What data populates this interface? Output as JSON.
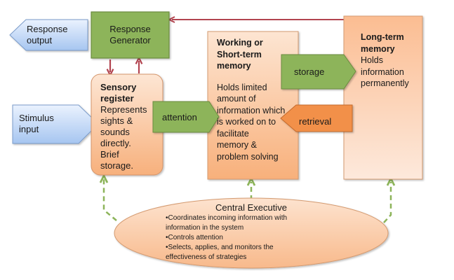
{
  "diagram": {
    "response_output": {
      "label_line1": "Response",
      "label_line2": "output"
    },
    "response_generator": {
      "label_line1": "Response",
      "label_line2": "Generator"
    },
    "stimulus_input": {
      "label_line1": "Stimulus",
      "label_line2": "input"
    },
    "sensory_register": {
      "title_line1": "Sensory",
      "title_line2": "register",
      "body_lines": [
        "Represents",
        "sights &",
        "sounds",
        "directly.",
        "Brief",
        "storage."
      ]
    },
    "attention": {
      "label": "attention"
    },
    "working_memory": {
      "title_lines": [
        "Working or",
        "Short-term",
        "memory"
      ],
      "body_lines": [
        "Holds limited",
        "amount of",
        "information which",
        "is worked on to",
        "facilitate",
        "memory &",
        "problem solving"
      ]
    },
    "storage": {
      "label": "storage"
    },
    "retrieval": {
      "label": "retrieval"
    },
    "long_term_memory": {
      "title_lines": [
        "Long-term",
        "memory"
      ],
      "body_lines": [
        "Holds",
        "information",
        "permanently"
      ]
    },
    "central_executive": {
      "title": "Central Executive",
      "bullets": [
        "•Coordinates incoming information with",
        "information in the system",
        "•Controls attention",
        "•Selects, applies, and monitors the",
        "effectiveness of strategies"
      ]
    },
    "colors": {
      "blue_fill_top": "#e6f0fd",
      "blue_fill_bottom": "#a9c8f2",
      "blue_stroke": "#6d8fbf",
      "green_fill": "#8db45a",
      "green_stroke": "#6b8b3f",
      "orange_fill_top": "#fde3cf",
      "orange_fill_bottom": "#f8b584",
      "orange_stroke": "#c98a5c",
      "retrieval_fill": "#f2904a",
      "retrieval_stroke": "#c46a2c",
      "red_arrow": "#b2444f",
      "dashed_green": "#8db45a"
    }
  }
}
